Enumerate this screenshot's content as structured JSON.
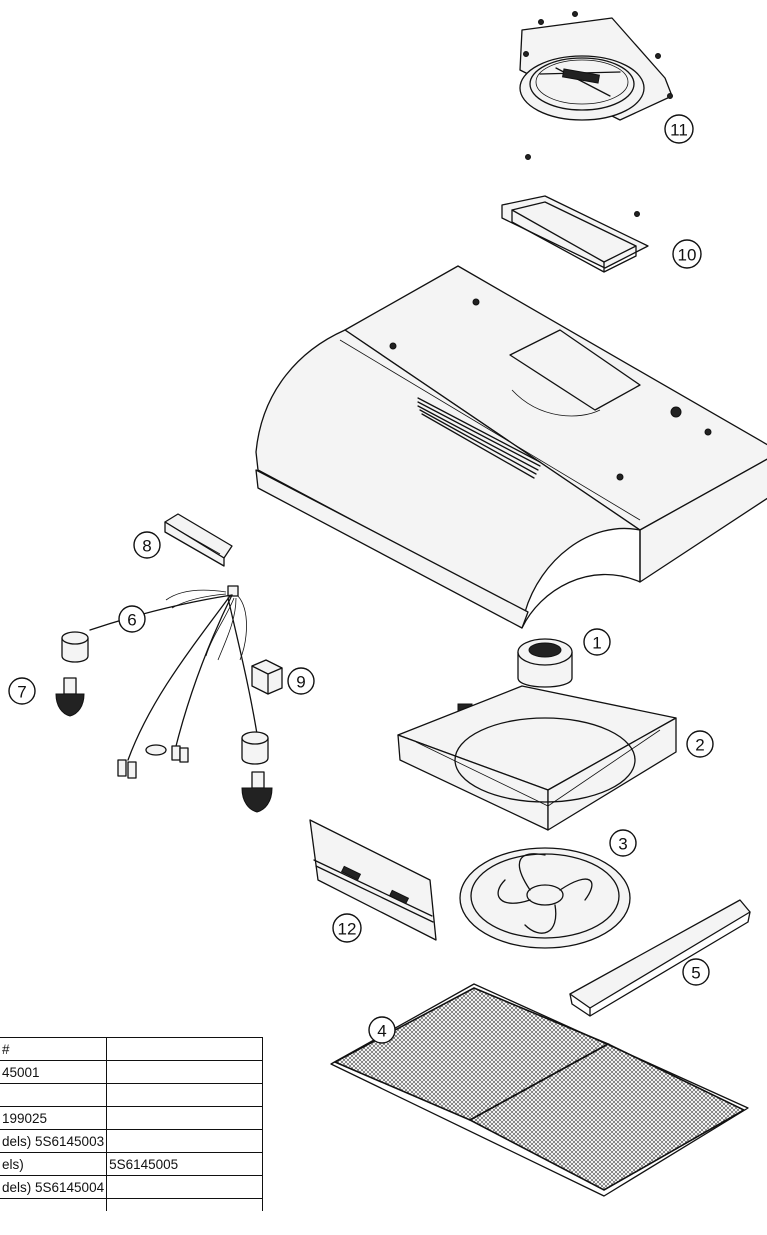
{
  "callouts": [
    "1",
    "2",
    "3",
    "4",
    "5",
    "6",
    "7",
    "8",
    "9",
    "10",
    "11",
    "12"
  ],
  "parts_table": {
    "rows": [
      {
        "c1": "#",
        "c2": ""
      },
      {
        "c1": "45001",
        "c2": ""
      },
      {
        "c1": "",
        "c2": ""
      },
      {
        "c1": "199025",
        "c2": ""
      },
      {
        "c1": "dels)  5S6145003",
        "c2": ""
      },
      {
        "c1": "els)",
        "c2": "5S6145005"
      },
      {
        "c1": "dels)  5S6145004",
        "c2": ""
      },
      {
        "c1": "",
        "c2": ""
      }
    ]
  },
  "colors": {
    "ink": "#111111",
    "background": "#ffffff"
  }
}
